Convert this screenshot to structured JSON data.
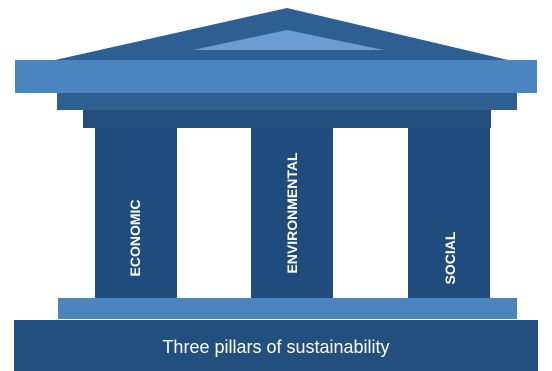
{
  "diagram": {
    "caption": "Three pillars of sustainability",
    "pillars": [
      {
        "label": "ECONOMIC"
      },
      {
        "label": "ENVIRONMENTAL"
      },
      {
        "label": "SOCIAL"
      }
    ]
  },
  "colors": {
    "pediment_dark": "#2e5f92",
    "pediment_light": "#6a9ed3",
    "entablature": "#4a85c0",
    "cornice": "#2f5f91",
    "architrave": "#234f7e",
    "pillar": "#1f4c7c",
    "stylobate": "#4a85c0",
    "base": "#234f7e",
    "text": "#ffffff"
  }
}
